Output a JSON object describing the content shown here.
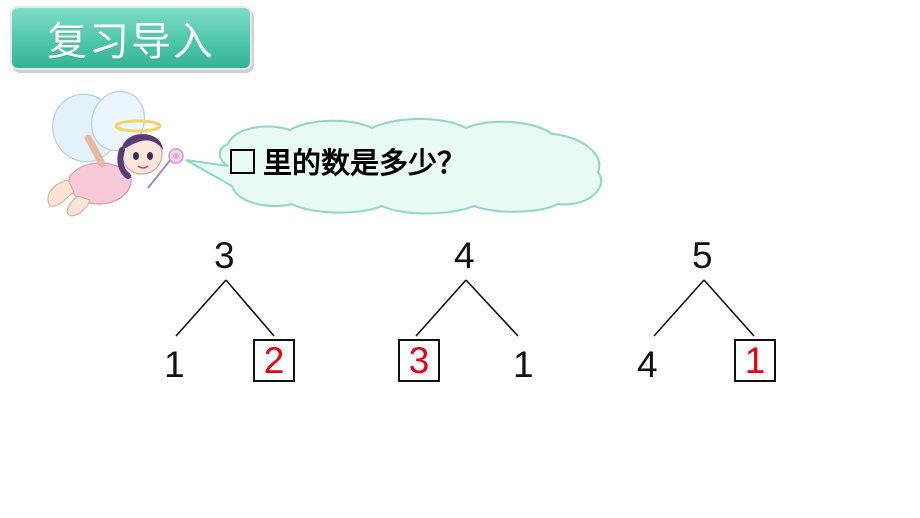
{
  "header": {
    "title": "复习导入",
    "color": "#47c2a6"
  },
  "question": {
    "text": "里的数是多少？"
  },
  "bonds": [
    {
      "total": "3",
      "left": "1",
      "right": "2",
      "unknown_side": "right"
    },
    {
      "total": "4",
      "left": "3",
      "right": "1",
      "unknown_side": "left"
    },
    {
      "total": "5",
      "left": "4",
      "right": "1",
      "unknown_side": "right"
    }
  ],
  "colors": {
    "answer": "#e60012",
    "bubble_fill": "#e9fbf5",
    "bubble_stroke": "#8fd6c4"
  },
  "icons": {
    "fairy": "fairy-character-icon",
    "box": "empty-box-icon"
  }
}
